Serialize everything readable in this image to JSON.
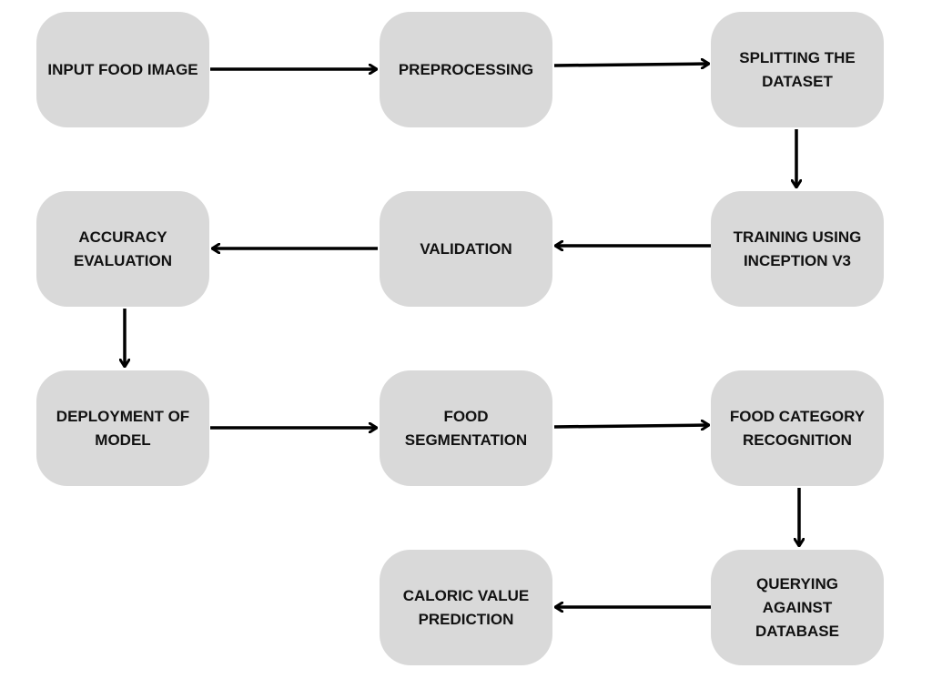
{
  "diagram": {
    "type": "flowchart",
    "nodes": {
      "input_food_image": "INPUT FOOD IMAGE",
      "preprocessing": "PREPROCESSING",
      "splitting_dataset": "SPLITTING THE\nDATASET",
      "training_inception": "TRAINING USING\nINCEPTION V3",
      "validation": "VALIDATION",
      "accuracy_evaluation": "ACCURACY\nEVALUATION",
      "deployment_model": "DEPLOYMENT OF\nMODEL",
      "food_segmentation": "FOOD\nSEGMENTATION",
      "food_category_recognition": "FOOD CATEGORY\nRECOGNITION",
      "querying_database": "QUERYING\nAGAINST\nDATABASE",
      "caloric_value_prediction": "CALORIC VALUE\nPREDICTION"
    },
    "edges": [
      [
        "input_food_image",
        "preprocessing"
      ],
      [
        "preprocessing",
        "splitting_dataset"
      ],
      [
        "splitting_dataset",
        "training_inception"
      ],
      [
        "training_inception",
        "validation"
      ],
      [
        "validation",
        "accuracy_evaluation"
      ],
      [
        "accuracy_evaluation",
        "deployment_model"
      ],
      [
        "deployment_model",
        "food_segmentation"
      ],
      [
        "food_segmentation",
        "food_category_recognition"
      ],
      [
        "food_category_recognition",
        "querying_database"
      ],
      [
        "querying_database",
        "caloric_value_prediction"
      ]
    ],
    "colors": {
      "node_fill": "#d9d9d9",
      "text": "#111111",
      "arrow": "#000000"
    }
  }
}
